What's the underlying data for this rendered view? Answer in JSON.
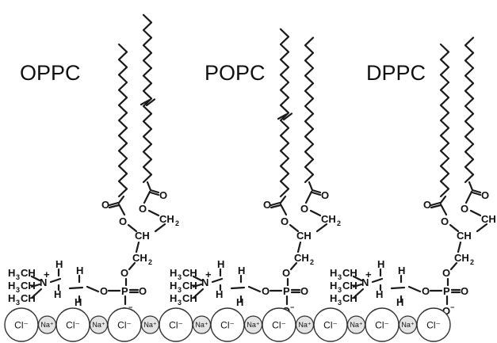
{
  "lipids": [
    {
      "name": "OPPC"
    },
    {
      "name": "POPC"
    },
    {
      "name": "DPPC"
    }
  ],
  "atoms": {
    "oxygen": "O",
    "carbon_h": "CH",
    "carbon_h2": "CH",
    "two": "2",
    "three": "3",
    "hydrogen": "H",
    "nitrogen": "N",
    "phosphorus": "P",
    "plus": "+",
    "minus": "−"
  },
  "ions": {
    "chloride": "Cl⁻",
    "sodium": "Na⁺",
    "sequence": [
      "Cl⁻",
      "Na⁺",
      "Cl⁻",
      "Na⁺",
      "Cl⁻",
      "Na⁺",
      "Cl⁻",
      "Na⁺",
      "Cl⁻",
      "Na⁺",
      "Cl⁻",
      "Na⁺",
      "Cl⁻",
      "Na⁺",
      "Cl⁻",
      "Na⁺",
      "Cl⁻"
    ]
  },
  "colors": {
    "ink": "#111111",
    "sodium_fill": "#e4e4e4",
    "chloride_fill": "#ffffff"
  }
}
